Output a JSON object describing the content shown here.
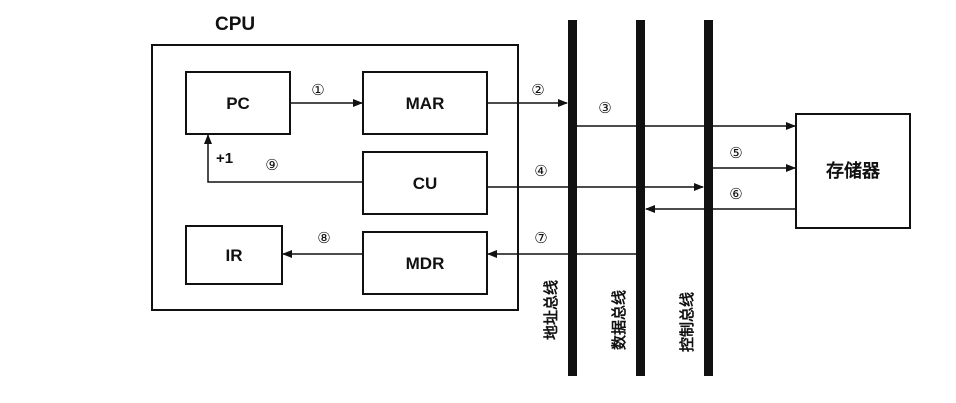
{
  "diagram": {
    "cpu_label": "CPU",
    "registers": {
      "pc": "PC",
      "mar": "MAR",
      "cu": "CU",
      "ir": "IR",
      "mdr": "MDR"
    },
    "memory_label": "存储器",
    "increment_label": "+1",
    "buses": {
      "address": "地址总线",
      "data": "数据总线",
      "control": "控制总线"
    },
    "steps": [
      "①",
      "②",
      "③",
      "④",
      "⑤",
      "⑥",
      "⑦",
      "⑧",
      "⑨"
    ]
  }
}
